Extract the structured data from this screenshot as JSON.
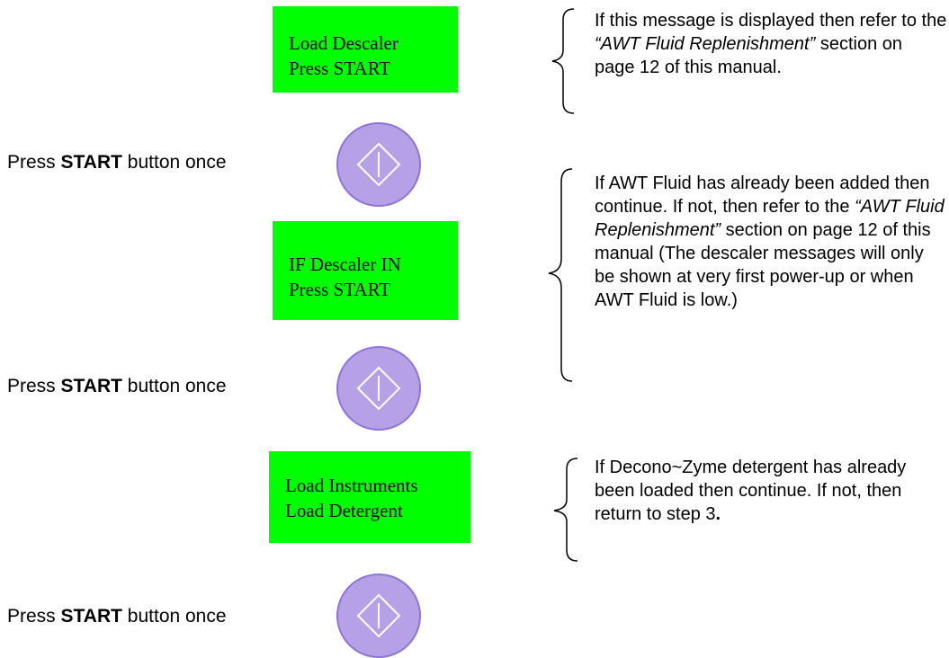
{
  "displays": [
    {
      "line1": "Load Descaler",
      "line2": "Press START"
    },
    {
      "line1": "IF Descaler IN",
      "line2": "Press START"
    },
    {
      "line1": "Load Instruments",
      "line2": "Load Detergent"
    }
  ],
  "instructions": [
    {
      "prefix": "Press ",
      "bold": "START",
      "suffix": " button once"
    },
    {
      "prefix": "Press ",
      "bold": "START",
      "suffix": " button once"
    },
    {
      "prefix": "Press ",
      "bold": "START",
      "suffix": " button once"
    }
  ],
  "notes": {
    "n1": {
      "a": "If this message is displayed then refer to the ",
      "b": "“AWT Fluid Replenishment”",
      "c": " section on page 12 of this manual."
    },
    "n2": {
      "a": "If AWT Fluid has already been added then continue. If not, then refer to the ",
      "b": "“AWT Fluid Replenishment”",
      "c": " section on page 12 of this manual (The descaler messages will only be shown at very first power-up or when AWT Fluid is low.)"
    },
    "n3": {
      "a": "If Decono~Zyme detergent has already been loaded then continue. If not, then return to step 3",
      "b": "."
    }
  },
  "icons": {
    "start_button": "start-button-icon"
  },
  "colors": {
    "display_bg": "#00ff00",
    "button_fill": "#b6a0e6",
    "button_border": "#8e73d8"
  }
}
